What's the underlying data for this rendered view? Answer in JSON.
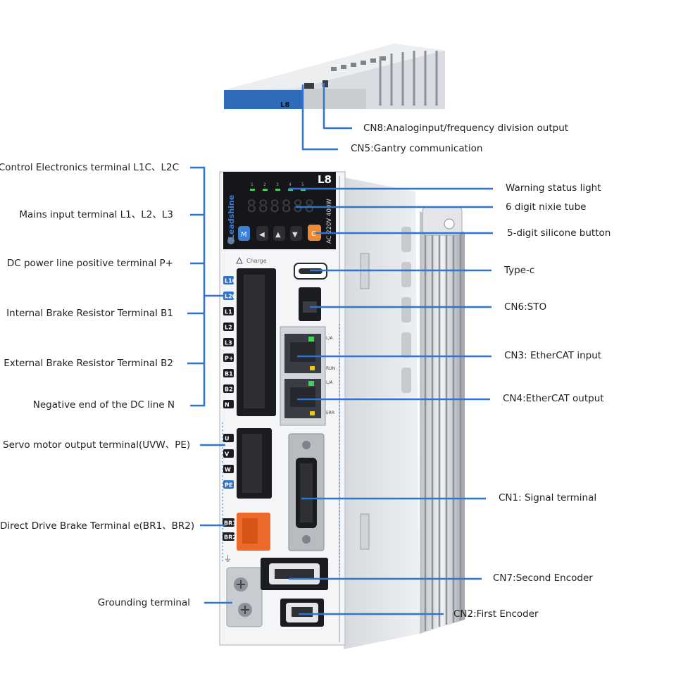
{
  "device": {
    "brand": "Leadshine",
    "model": "L8",
    "rating": "AC 220V 400W",
    "charge_label": "Charge",
    "led_numbers": [
      "1",
      "2",
      "3",
      "4",
      "5"
    ],
    "display_digits": "888888",
    "top_panel_model": "L8",
    "terminal_labels": [
      "L1C",
      "L2C",
      "L1",
      "L2",
      "L3",
      "P+",
      "B1",
      "B2",
      "N"
    ],
    "motor_labels": [
      "U",
      "V",
      "W",
      "PE"
    ],
    "brake_labels": [
      "BR1",
      "BR2"
    ],
    "port_led_labels": [
      "L/A",
      "RUN",
      "L/A",
      "ERR"
    ],
    "port_codes": [
      "CN8",
      "CN5",
      "CN6",
      "CN3",
      "CN4",
      "CN1",
      "CN7",
      "CN2"
    ]
  },
  "annotations": {
    "left": [
      "Control Electronics terminal L1C、L2C",
      "Mains input terminal L1、L2、L3",
      "DC power line positive terminal P+",
      "Internal Brake Resistor Terminal B1",
      "External Brake Resistor Terminal B2",
      "Negative end of the DC line N",
      "Servo motor output terminal(UVW、PE)",
      "Direct Drive Brake Terminal e(BR1、BR2)",
      "Grounding terminal"
    ],
    "right": [
      "Warning status light",
      "6 digit nixie tube",
      "5-digit silicone button",
      "Type-c",
      "CN6:STO",
      "CN3: EtherCAT input",
      "CN4:EtherCAT output",
      "CN1: Signal terminal",
      "CN7:Second Encoder",
      "CN2:First Encoder"
    ],
    "top": [
      "CN8:Analoginput/frequency division output",
      "CN5:Gantry communication"
    ]
  },
  "colors": {
    "callout_line": "#2f74d0",
    "terminal_tag": "#1e63c8",
    "housing": "#e9ebee",
    "front_panel": "#f4f5f7",
    "display_bg": "#15161a",
    "led_green": "#3dd35a",
    "button_orange": "#f08a32",
    "button_blue": "#3b7fd6",
    "brake_connector": "#ee6a2a"
  }
}
